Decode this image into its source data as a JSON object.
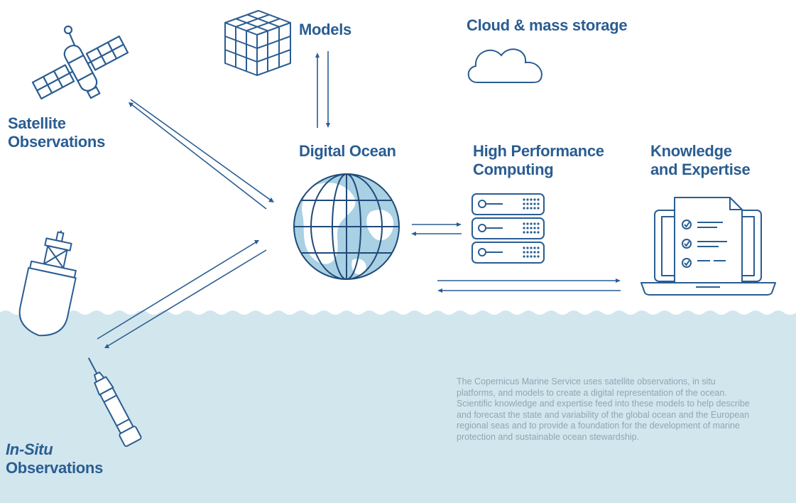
{
  "labels": {
    "models": "Models",
    "cloud": "Cloud & mass storage",
    "satellite_line1": "Satellite",
    "satellite_line2": "Observations",
    "digital_ocean": "Digital Ocean",
    "hpc_line1": "High Performance",
    "hpc_line2": "Computing",
    "knowledge_line1": "Knowledge",
    "knowledge_line2": "and Expertise",
    "insitu_line1": "In-Situ",
    "insitu_line2": "Observations"
  },
  "description": "The Copernicus Marine Service uses satellite observations, in situ platforms, and models to create a digital representation of the ocean. Scientific knowledge and expertise feed into these models to help describe and forecast the state and variability of the global ocean and the European regional seas and to provide a foundation for the development of marine protection and sustainable ocean stewardship.",
  "colors": {
    "primary": "#2a5d92",
    "sea": "#d2e6ee",
    "globe_fill": "#a9d0e3",
    "description_text": "#8fa6b3"
  },
  "icons": [
    "satellite-icon",
    "model-cube-icon",
    "cloud-icon",
    "globe-icon",
    "server-rack-icon",
    "laptop-checklist-icon",
    "buoy-icon",
    "argo-float-icon"
  ]
}
